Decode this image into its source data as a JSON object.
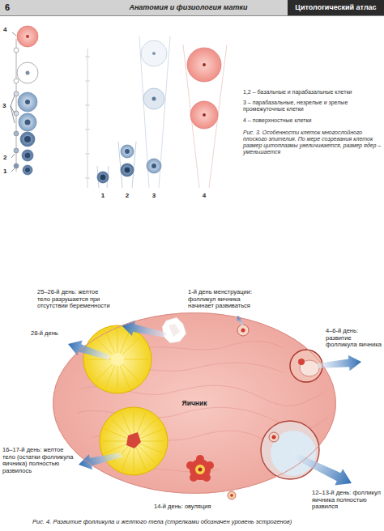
{
  "diagram": {
    "caption": "Рис. 4. Развитие фолликула и желтого тела (стрелками обозначен уровень эстрогенов)",
    "nodes": [
      {
        "text": [
          "Яичник"
        ]
      }
    ],
    "labels": [
      "6",
      "Анатомия и физиология матки",
      "Цитологический атлас",
      "4",
      "3",
      "2",
      "1",
      "1",
      "2",
      "3",
      "4",
      "1,2 – базальные и парабазальные клетки",
      "3 – парабазальные, незрелые и зрелые промежуточные клетки",
      "4 – поверхностные клетки",
      "Рис. 3. Особенности клеток многослойного плоского эпителия. По мере созревания клеток размер цитоплазмы увеличивается, размер ядер – уменьшается",
      "25–26-й день: желтое тело разрушается при отсутствии беременности",
      "1-й день менструации: фолликул яичника начинает развиваться",
      "28-й день",
      "4–6-й день: развитие фолликула яичника",
      "16–17-й день: желтое тело (остатки фолликула яичника) полностью развилось",
      "14-й день: овуляция",
      "12–13-й день: фолликул яичника полностью развился"
    ]
  }
}
